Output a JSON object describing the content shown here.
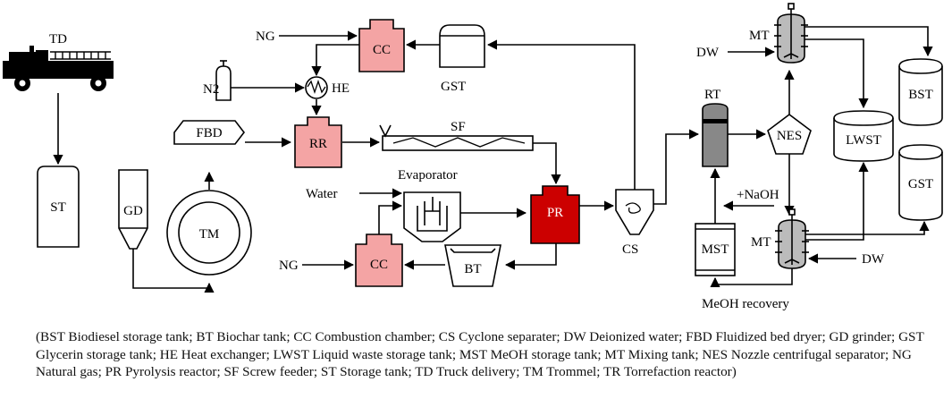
{
  "diagram": {
    "truck_label": "TD",
    "natural_gas_top": "NG",
    "combustion_top": "CC",
    "glycerin_storage": "GST",
    "nitrogen": "N2",
    "heat_exchanger": "HE",
    "fluidized_bed_dryer": "FBD",
    "torrefaction_reactor": "RR",
    "screw_feeder": "SF",
    "storage_tank": "ST",
    "grinder": "GD",
    "trommel": "TM",
    "evaporator": "Evaporator",
    "water": "Water",
    "pyrolysis_reactor": "PR",
    "natural_gas_bottom": "NG",
    "combustion_bottom": "CC",
    "biochar_tank": "BT",
    "cyclone": "CS",
    "reactor_tank": "RT",
    "nozzle_separator": "NES",
    "methanol_storage": "MST",
    "methanol_recovery": "MeOH recovery",
    "naoh": "+NaOH",
    "mixing_top": "MT",
    "mixing_bottom": "MT",
    "deionized_top": "DW",
    "deionized_bottom": "DW",
    "biodiesel_storage": "BST",
    "liquid_waste_storage": "LWST",
    "glycerin_storage_right": "GST"
  },
  "colors": {
    "reactor_light": "#f4a4a4",
    "reactor_dark": "#cc0000",
    "tank_gray": "#888888",
    "mixer_gray": "#bbbbbb"
  },
  "caption": "(BST Biodiesel storage tank; BT Biochar tank; CC Combustion chamber; CS Cyclone separater; DW Deionized water; FBD Fluidized bed dryer; GD grinder; GST Glycerin storage tank; HE Heat exchanger; LWST Liquid waste storage tank; MST MeOH storage tank; MT Mixing tank; NES Nozzle centrifugal separator; NG Natural gas; PR Pyrolysis reactor; SF Screw feeder; ST Storage tank; TD Truck delivery; TM Trommel; TR Torrefaction reactor)"
}
